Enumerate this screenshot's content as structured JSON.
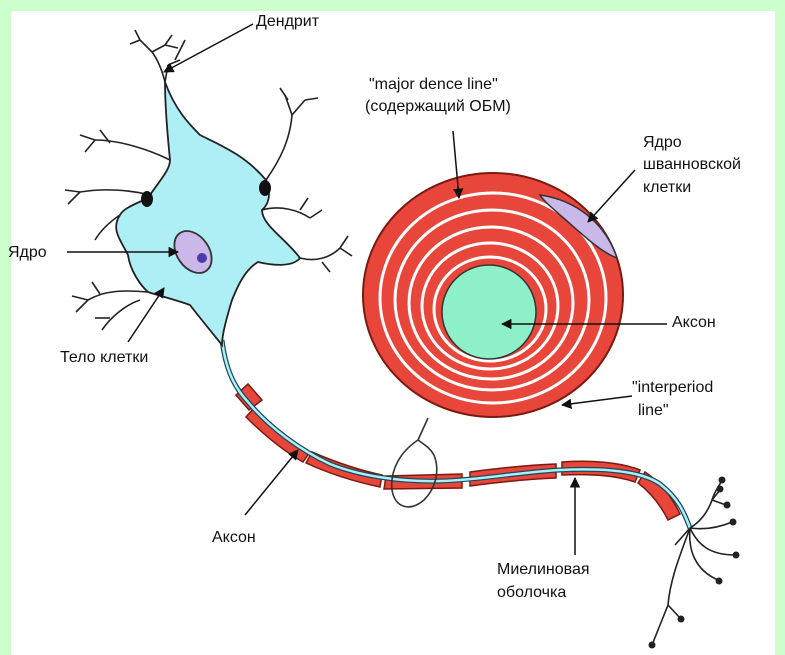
{
  "labels": {
    "dendrite": "Дендрит",
    "nucleus": "Ядро",
    "cell_body": "Тело клетки",
    "axon_left": "Аксон",
    "major_line_1": "\"major dence line\"",
    "major_line_2": "(содержащий ОБМ)",
    "schwann_1": "Ядро",
    "schwann_2": "шванновской",
    "schwann_3": "клетки",
    "axon_right": "Аксон",
    "interperiod_1": "\"interperiod",
    "interperiod_2": "line\"",
    "myelin_1": "Миелиновая",
    "myelin_2": "оболочка"
  },
  "colors": {
    "page_border": "#ccffcc",
    "soma": "#aeeef5",
    "myelin": "#e8463a",
    "axon_core": "#8ef0c8",
    "nucleus": "#c9b8e8",
    "outline": "#222222"
  }
}
